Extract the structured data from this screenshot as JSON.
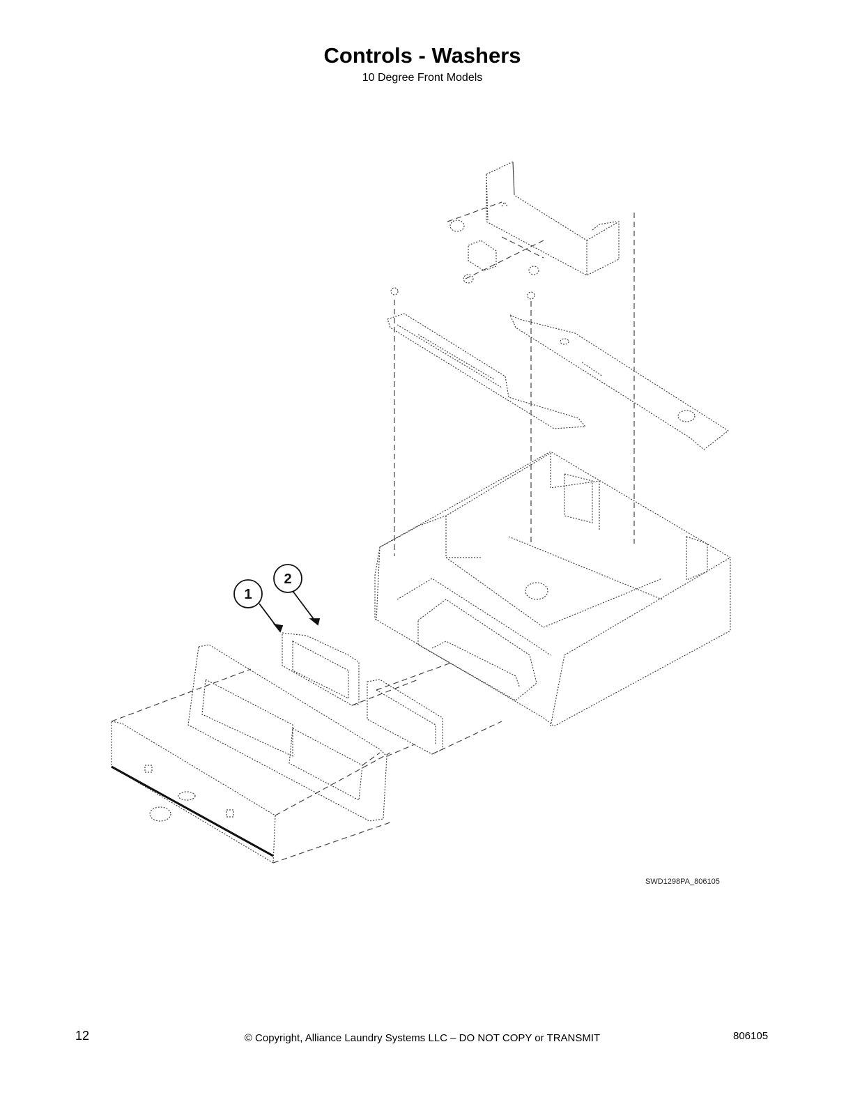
{
  "header": {
    "title": "Controls - Washers",
    "subtitle": "10 Degree Front Models"
  },
  "diagram": {
    "figure_code": "SWD1298PA_806105",
    "callouts": [
      "1",
      "2"
    ]
  },
  "footer": {
    "page_number": "12",
    "copyright": "© Copyright, Alliance Laundry Systems LLC – DO NOT COPY or TRANSMIT",
    "document_number": "806105"
  }
}
